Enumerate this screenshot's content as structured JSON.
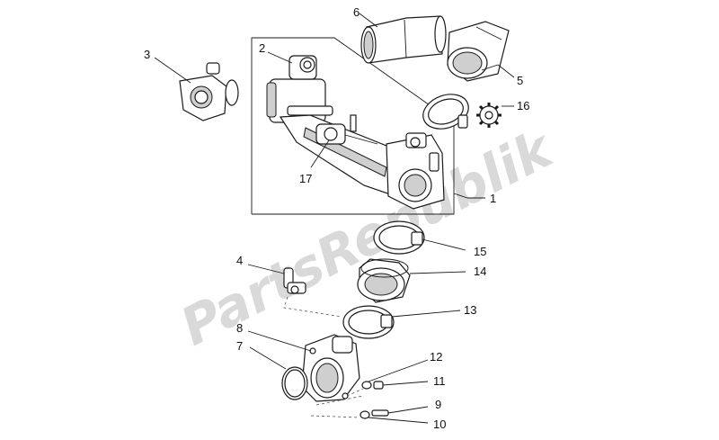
{
  "watermark": "PartsRepublik",
  "callouts": [
    {
      "id": "1",
      "text": "1"
    },
    {
      "id": "2",
      "text": "2"
    },
    {
      "id": "3",
      "text": "3"
    },
    {
      "id": "4",
      "text": "4"
    },
    {
      "id": "5",
      "text": "5"
    },
    {
      "id": "6",
      "text": "6"
    },
    {
      "id": "7",
      "text": "7"
    },
    {
      "id": "8",
      "text": "8"
    },
    {
      "id": "9",
      "text": "9"
    },
    {
      "id": "10",
      "text": "10"
    },
    {
      "id": "11",
      "text": "11"
    },
    {
      "id": "12",
      "text": "12"
    },
    {
      "id": "13",
      "text": "13"
    },
    {
      "id": "14",
      "text": "14"
    },
    {
      "id": "15",
      "text": "15"
    },
    {
      "id": "16",
      "text": "16"
    },
    {
      "id": "17",
      "text": "17"
    }
  ],
  "icons": {
    "gear": "gear-icon"
  }
}
